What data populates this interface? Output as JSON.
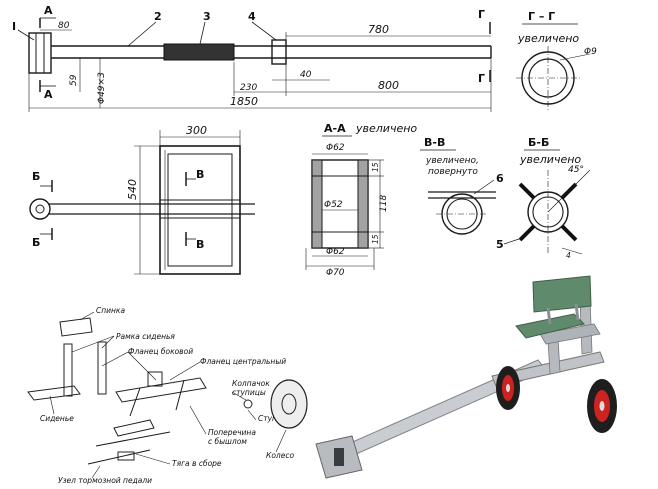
{
  "top_drawing": {
    "callouts": [
      "I",
      "2",
      "3",
      "4"
    ],
    "section_a": "А",
    "section_g": "Г",
    "dims": {
      "d80": "80",
      "d780": "780",
      "d59": "59",
      "d49": "Φ49×3",
      "d40": "40",
      "d230": "230",
      "d800": "800",
      "d1850": "1850"
    }
  },
  "section_gg": {
    "title": "Г – Г",
    "note": "увеличено",
    "dia": "Φ9"
  },
  "frame_drawing": {
    "d300": "300",
    "d540": "540",
    "label_b": "Б",
    "label_v": "В"
  },
  "section_aa": {
    "title": "А-А",
    "note": "увеличено",
    "d62_top": "Φ62",
    "d52": "Φ52",
    "d62_bot": "Φ62",
    "d70": "Φ70",
    "d15_top": "15",
    "d118": "118",
    "d15_bot": "15"
  },
  "section_vv": {
    "title": "В-В",
    "note1": "увеличено,",
    "note2": "повернуто",
    "callout": "6"
  },
  "section_bb": {
    "title": "Б-Б",
    "note": "увеличено",
    "angle": "45°",
    "callout": "5",
    "dim4": "4"
  },
  "exploded": {
    "seat_top": "Спинка",
    "seat_frame": "Рамка сиденья",
    "side_flange": "Фланец боковой",
    "central_flange": "Фланец центральный",
    "hub_cap1": "Колпачок",
    "hub_cap2": "ступицы",
    "hub": "Ступица",
    "seat": "Сиденье",
    "crossbar1": "Поперечина",
    "crossbar2": "с бышлом",
    "wheel": "Колесо",
    "rod": "Тяга в сборе",
    "brake": "Узел тормозной педали"
  }
}
